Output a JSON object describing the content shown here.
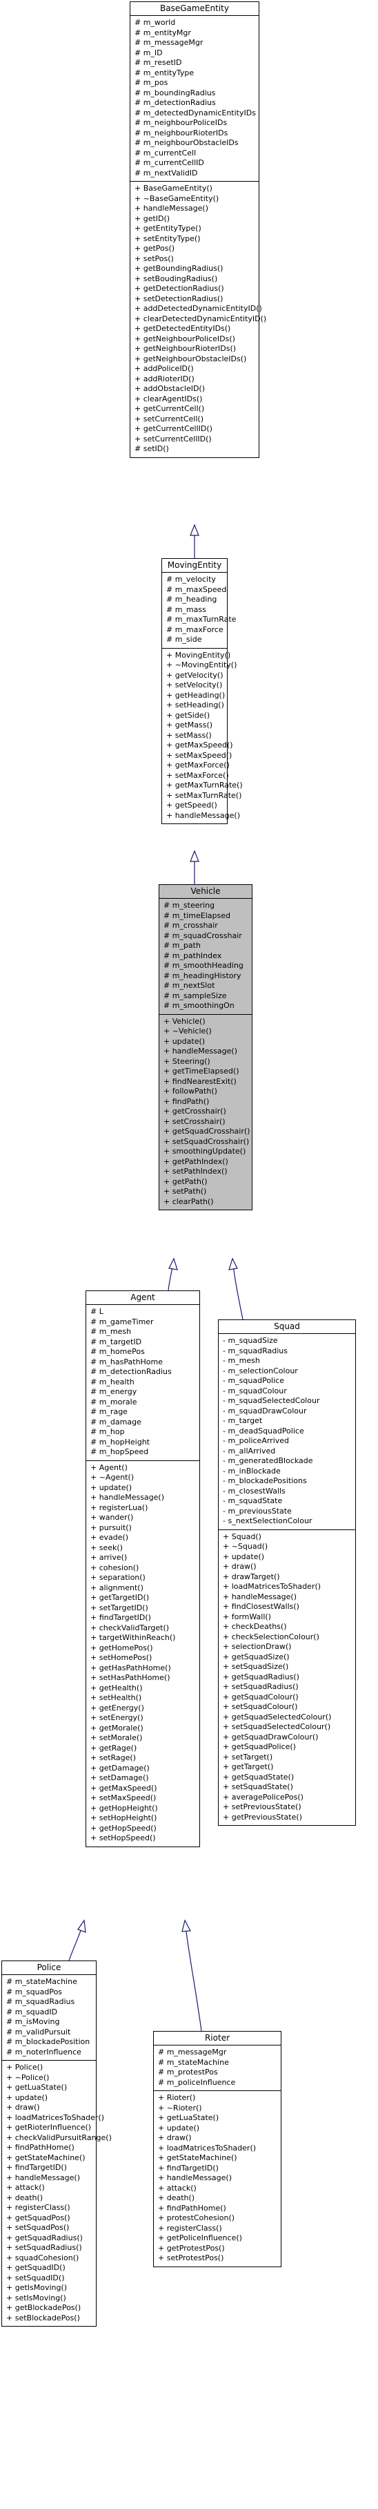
{
  "classes": {
    "basegameentity": {
      "name": "BaseGameEntity",
      "attributes": [
        "# m_world",
        "# m_entityMgr",
        "# m_messageMgr",
        "# m_ID",
        "# m_resetID",
        "# m_entityType",
        "# m_pos",
        "# m_boundingRadius",
        "# m_detectionRadius",
        "# m_detectedDynamicEntityIDs",
        "# m_neighbourPoliceIDs",
        "# m_neighbourRioterIDs",
        "# m_neighbourObstacleIDs",
        "# m_currentCell",
        "# m_currentCellID",
        "# m_nextValidID"
      ],
      "methods": [
        "+ BaseGameEntity()",
        "+ ~BaseGameEntity()",
        "+ handleMessage()",
        "+ getID()",
        "+ getEntityType()",
        "+ setEntityType()",
        "+ getPos()",
        "+ setPos()",
        "+ getBoundingRadius()",
        "+ setBoudingRadius()",
        "+ getDetectionRadius()",
        "+ setDetectionRadius()",
        "+ addDetectedDynamicEntityID()",
        "+ clearDetectedDynamicEntityID()",
        "+ getDetectedEntityIDs()",
        "+ getNeighbourPoliceIDs()",
        "+ getNeighbourRioterIDs()",
        "+ getNeighbourObstacleIDs()",
        "+ addPoliceID()",
        "+ addRioterID()",
        "+ addObstacleID()",
        "+ clearAgentIDs()",
        "+ getCurrentCell()",
        "+ setCurrentCell()",
        "+ getCurrentCellID()",
        "+ setCurrentCellID()",
        "# setID()"
      ]
    },
    "movingentity": {
      "name": "MovingEntity",
      "attributes": [
        "# m_velocity",
        "# m_maxSpeed",
        "# m_heading",
        "# m_mass",
        "# m_maxTurnRate",
        "# m_maxForce",
        "# m_side"
      ],
      "methods": [
        "+ MovingEntity()",
        "+ ~MovingEntity()",
        "+ getVelocity()",
        "+ setVelocity()",
        "+ getHeading()",
        "+ setHeading()",
        "+ getSide()",
        "+ getMass()",
        "+ setMass()",
        "+ getMaxSpeed()",
        "+ setMaxSpeed()",
        "+ getMaxForce()",
        "+ setMaxForce()",
        "+ getMaxTurnRate()",
        "+ setMaxTurnRate()",
        "+ getSpeed()",
        "+ handleMessage()"
      ]
    },
    "vehicle": {
      "name": "Vehicle",
      "attributes": [
        "# m_steering",
        "# m_timeElapsed",
        "# m_crosshair",
        "# m_squadCrosshair",
        "# m_path",
        "# m_pathIndex",
        "# m_smoothHeading",
        "# m_headingHistory",
        "# m_nextSlot",
        "# m_sampleSize",
        "# m_smoothingOn"
      ],
      "methods": [
        "+ Vehicle()",
        "+ ~Vehicle()",
        "+ update()",
        "+ handleMessage()",
        "+ Steering()",
        "+ getTimeElapsed()",
        "+ findNearestExit()",
        "+ followPath()",
        "+ findPath()",
        "+ getCrosshair()",
        "+ setCrosshair()",
        "+ getSquadCrosshair()",
        "+ setSquadCrosshair()",
        "+ smoothingUpdate()",
        "+ getPathIndex()",
        "+ setPathIndex()",
        "+ getPath()",
        "+ setPath()",
        "+ clearPath()"
      ]
    },
    "agent": {
      "name": "Agent",
      "attributes": [
        "# L",
        "# m_gameTimer",
        "# m_mesh",
        "# m_targetID",
        "# m_homePos",
        "# m_hasPathHome",
        "# m_detectionRadius",
        "# m_health",
        "# m_energy",
        "# m_morale",
        "# m_rage",
        "# m_damage",
        "# m_hop",
        "# m_hopHeight",
        "# m_hopSpeed"
      ],
      "methods": [
        "+ Agent()",
        "+ ~Agent()",
        "+ update()",
        "+ handleMessage()",
        "+ registerLua()",
        "+ wander()",
        "+ pursuit()",
        "+ evade()",
        "+ seek()",
        "+ arrive()",
        "+ cohesion()",
        "+ separation()",
        "+ alignment()",
        "+ getTargetID()",
        "+ setTargetID()",
        "+ findTargetID()",
        "+ checkValidTarget()",
        "+ targetWithinReach()",
        "+ getHomePos()",
        "+ setHomePos()",
        "+ getHasPathHome()",
        "+ setHasPathHome()",
        "+ getHealth()",
        "+ setHealth()",
        "+ getEnergy()",
        "+ setEnergy()",
        "+ getMorale()",
        "+ setMorale()",
        "+ getRage()",
        "+ setRage()",
        "+ getDamage()",
        "+ setDamage()",
        "+ getMaxSpeed()",
        "+ setMaxSpeed()",
        "+ getHopHeight()",
        "+ setHopHeight()",
        "+ getHopSpeed()",
        "+ setHopSpeed()"
      ]
    },
    "squad": {
      "name": "Squad",
      "attributes": [
        "- m_squadSize",
        "- m_squadRadius",
        "- m_mesh",
        "- m_selectionColour",
        "- m_squadPolice",
        "- m_squadColour",
        "- m_squadSelectedColour",
        "- m_squadDrawColour",
        "- m_target",
        "- m_deadSquadPolice",
        "- m_policeArrived",
        "- m_allArrived",
        "- m_generatedBlockade",
        "- m_inBlockade",
        "- m_blockadePositions",
        "- m_closestWalls",
        "- m_squadState",
        "- m_previousState",
        "- s_nextSelectionColour"
      ],
      "methods": [
        "+ Squad()",
        "+ ~Squad()",
        "+ update()",
        "+ draw()",
        "+ drawTarget()",
        "+ loadMatricesToShader()",
        "+ handleMessage()",
        "+ findClosestWalls()",
        "+ formWall()",
        "+ checkDeaths()",
        "+ checkSelectionColour()",
        "+ selectionDraw()",
        "+ getSquadSize()",
        "+ setSquadSize()",
        "+ getSquadRadius()",
        "+ setSquadRadius()",
        "+ getSquadColour()",
        "+ setSquadColour()",
        "+ getSquadSelectedColour()",
        "+ setSquadSelectedColour()",
        "+ getSquadDrawColour()",
        "+ getSquadPolice()",
        "+ setTarget()",
        "+ getTarget()",
        "+ getSquadState()",
        "+ setSquadState()",
        "+ averagePolicePos()",
        "+ setPreviousState()",
        "+ getPreviousState()"
      ]
    },
    "police": {
      "name": "Police",
      "attributes": [
        "# m_stateMachine",
        "# m_squadPos",
        "# m_squadRadius",
        "# m_squadID",
        "# m_isMoving",
        "# m_validPursuit",
        "# m_blockadePosition",
        "# m_noterInfluence"
      ],
      "methods": [
        "+ Police()",
        "+ ~Police()",
        "+ getLuaState()",
        "+ update()",
        "+ draw()",
        "+ loadMatricesToShader()",
        "+ getRioterInfluence()",
        "+ checkValidPursuitRange()",
        "+ findPathHome()",
        "+ getStateMachine()",
        "+ findTargetID()",
        "+ handleMessage()",
        "+ attack()",
        "+ death()",
        "+ registerClass()",
        "+ getSquadPos()",
        "+ setSquadPos()",
        "+ getSquadRadius()",
        "+ setSquadRadius()",
        "+ squadCohesion()",
        "+ getSquadID()",
        "+ setSquadID()",
        "+ getIsMoving()",
        "+ setIsMoving()",
        "+ getBlockadePos()",
        "+ setBlockadePos()"
      ]
    },
    "rioter": {
      "name": "Rioter",
      "attributes": [
        "# m_messageMgr",
        "# m_stateMachine",
        "# m_protestPos",
        "# m_policeInfluence"
      ],
      "methods": [
        "+ Rioter()",
        "+ ~Rioter()",
        "+ getLuaState()",
        "+ update()",
        "+ draw()",
        "+ loadMatricesToShader()",
        "+ getStateMachine()",
        "+ findTargetID()",
        "+ handleMessage()",
        "+ attack()",
        "+ death()",
        "+ findPathHome()",
        "+ protestCohesion()",
        "+ registerClass()",
        "+ getPoliceInfluence()",
        "+ getProtestPos()",
        "+ setProtestPos()"
      ]
    }
  }
}
